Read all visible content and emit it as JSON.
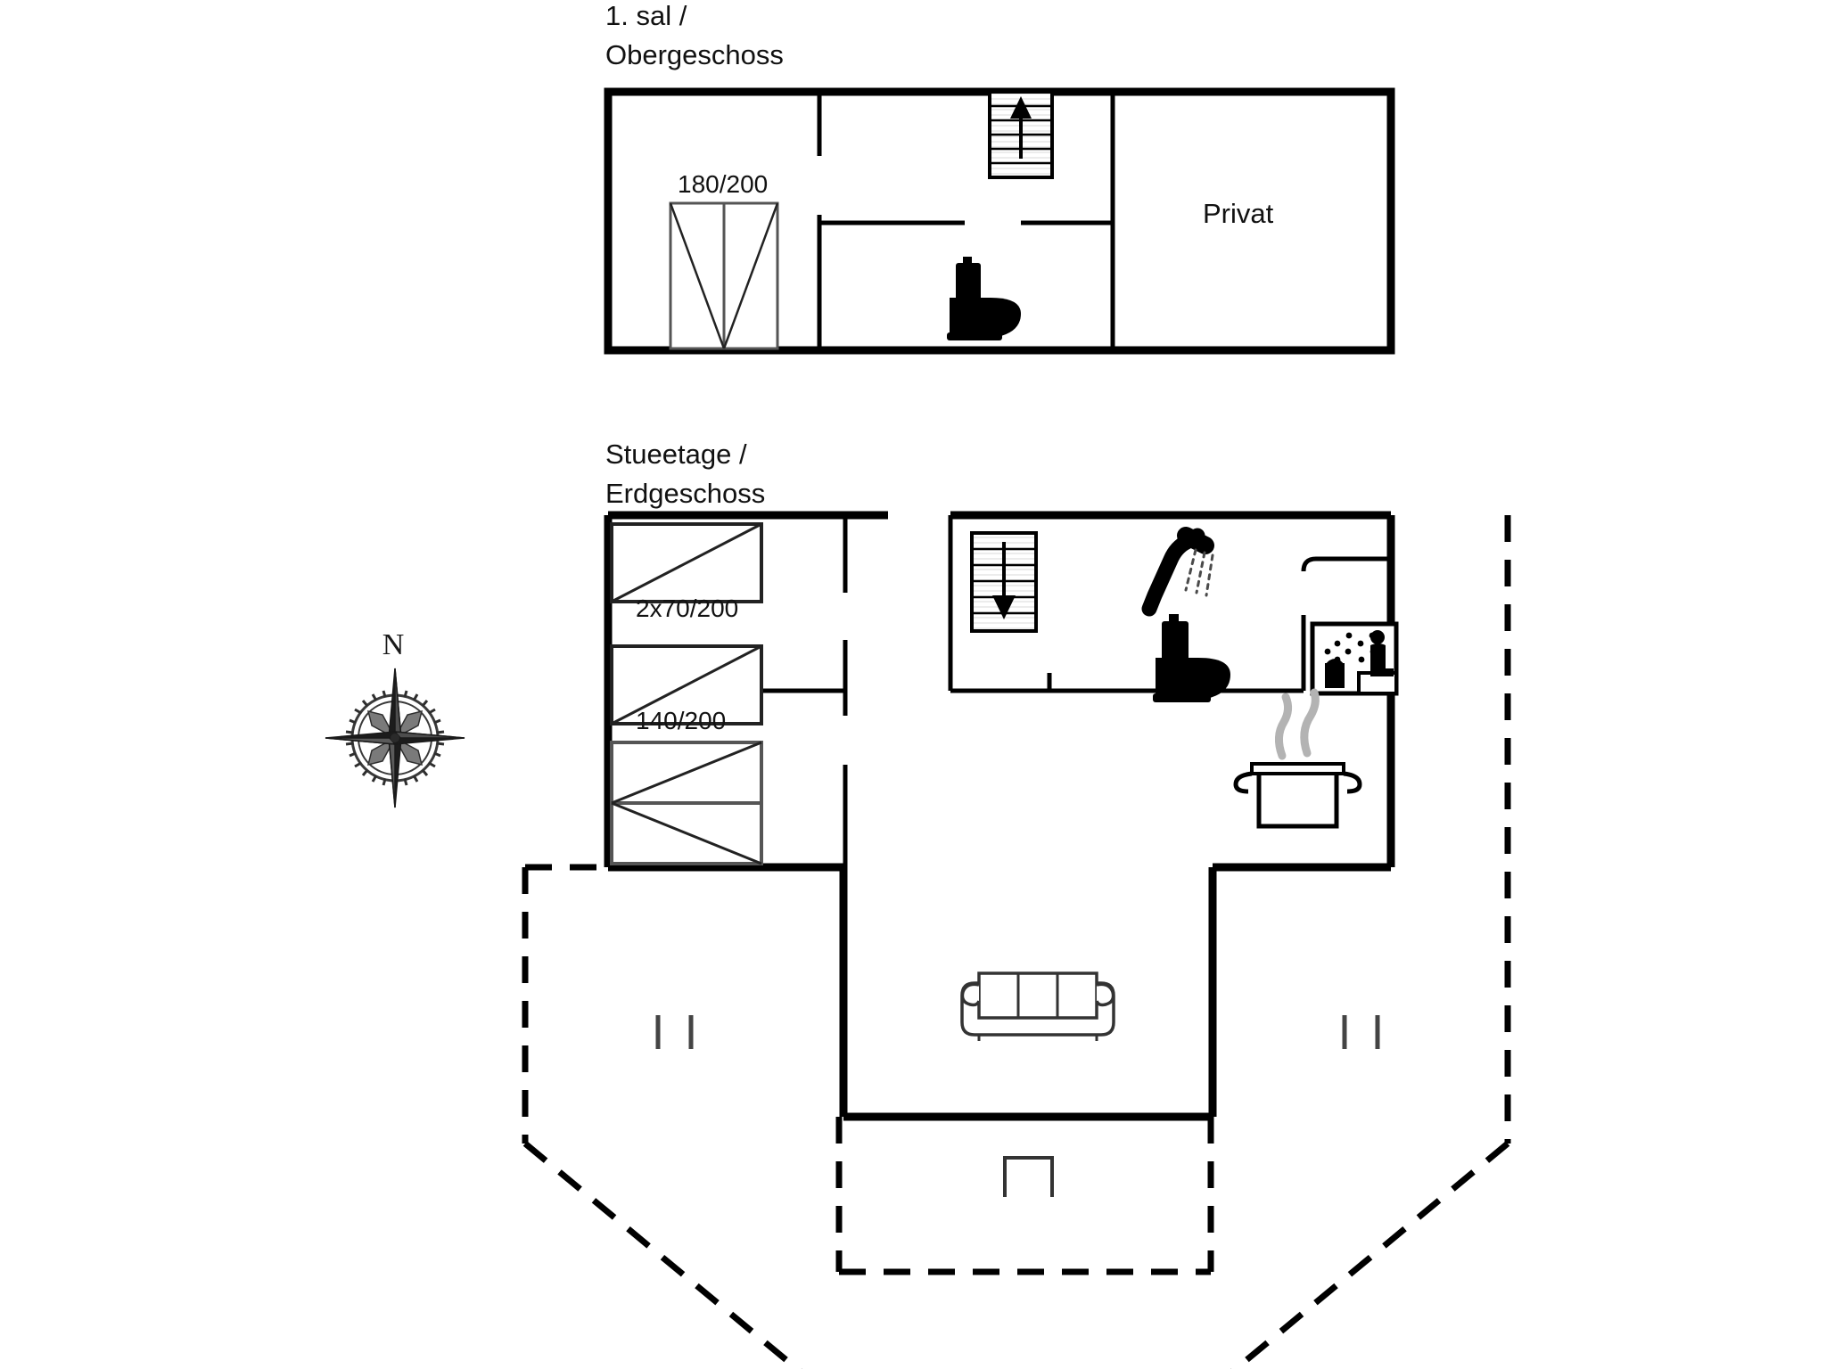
{
  "document": {
    "type": "floor-plan",
    "background_color": "#ffffff",
    "line_color": "#000000"
  },
  "upper_floor": {
    "title_line1": "1. sal /",
    "title_line2": "Obergeschoss",
    "bed_label": "180/200",
    "room_label": "Privat",
    "stairs_direction": "up",
    "icons": [
      "stairs-up-icon",
      "toilet-icon",
      "double-bed-icon"
    ]
  },
  "ground_floor": {
    "title_line1": "Stueetage /",
    "title_line2": "Erdgeschoss",
    "bed_label_1": "2x70/200",
    "bed_label_2": "140/200",
    "stairs_direction": "down",
    "icons": [
      "stairs-down-icon",
      "shower-icon",
      "toilet-icon",
      "sauna-icon",
      "cooking-pot-icon",
      "sofa-icon"
    ]
  },
  "compass": {
    "north_label": "N",
    "icon": "compass-rose-icon"
  }
}
